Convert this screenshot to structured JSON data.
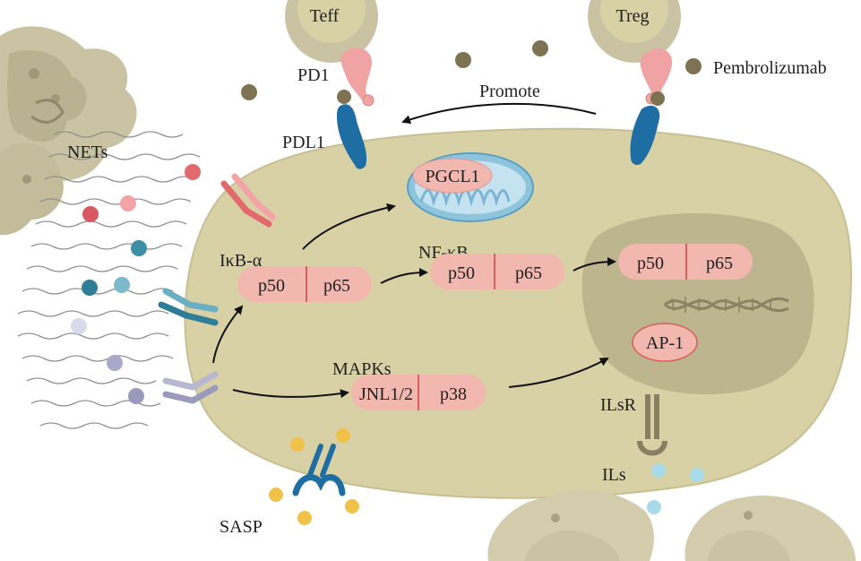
{
  "labels": {
    "teff": "Teff",
    "treg": "Treg",
    "pd1": "PD1",
    "pdl1": "PDL1",
    "promote": "Promote",
    "pembrolizumab": "Pembrolizumab",
    "nets": "NETs",
    "pgcl1": "PGCL1",
    "ikb": "IκB-α",
    "nfkb": "NF-κB",
    "mapks": "MAPKs",
    "ilsr": "ILsR",
    "ils": "ILs",
    "sasp": "SASP",
    "ap1": "AP-1"
  },
  "complexes": {
    "ikb_left": "p50",
    "ikb_right": "p65",
    "nfkb_left": "p50",
    "nfkb_right": "p65",
    "nucleus_left": "p50",
    "nucleus_right": "p65",
    "mapk_left": "JNL1/2",
    "mapk_right": "p38"
  },
  "colors": {
    "cell": "#d8d1a6",
    "cell_edge": "#c7bf92",
    "nucleus": "#bdb58d",
    "complex": "#f2b7ae",
    "complex_divider": "#d6605a",
    "pdl1": "#1f6ea3",
    "pd1": "#f0a3a3",
    "pembro_dot": "#7d7352",
    "mito": "#8fc4dd"
  }
}
